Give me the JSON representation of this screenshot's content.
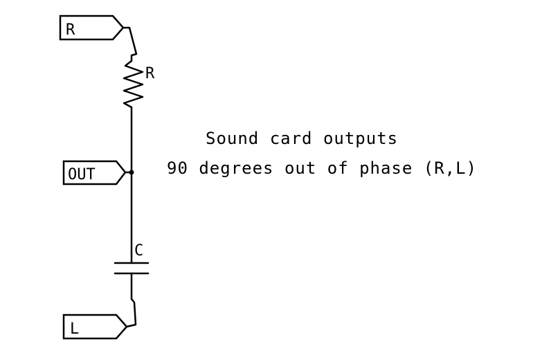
{
  "ports": {
    "r": "R",
    "out": "OUT",
    "l": "L"
  },
  "components": {
    "resistor": "R",
    "capacitor": "C"
  },
  "note": {
    "line1": "Sound card outputs",
    "line2": "90 degrees out of phase (R,L)"
  }
}
